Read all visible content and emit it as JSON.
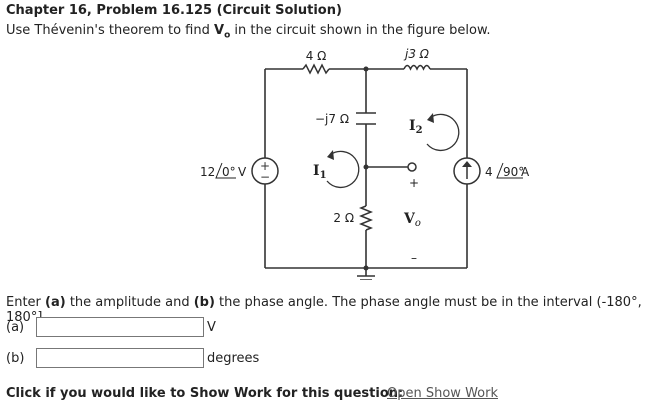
{
  "header": {
    "title": "Chapter 16, Problem 16.125 (Circuit Solution)",
    "intro_prefix": "Use Thévenin's theorem to find ",
    "intro_var": "V",
    "intro_var_sub": "o",
    "intro_suffix": " in the circuit shown in the figure below."
  },
  "circuit": {
    "r1_label": "4 Ω",
    "l1_label": "j3 Ω",
    "c1_label": "−j7 Ω",
    "r2_label": "2 Ω",
    "vs_mag": "12",
    "vs_ang": "0°",
    "vs_unit": " V",
    "is_mag": "4",
    "is_ang": "90°",
    "is_unit": " A",
    "i1_label": "I",
    "i1_sub": "1",
    "i2_label": "I",
    "i2_sub": "2",
    "vo_label": "V",
    "vo_sub": "o",
    "plus": "+",
    "minus": "–",
    "src_plus": "+",
    "src_minus": "−"
  },
  "question": {
    "prefix": "Enter ",
    "a_bold": "(a)",
    "mid": " the amplitude and ",
    "b_bold": "(b)",
    "suffix": " the phase angle. The phase angle must be in the interval (-180°, 180°]."
  },
  "answers": [
    {
      "label": "(a)",
      "value": "",
      "unit": "V"
    },
    {
      "label": "(b)",
      "value": "",
      "unit": "degrees"
    }
  ],
  "footer": {
    "prompt": "Click if you would like to Show Work for this question:",
    "link": "Open Show Work"
  }
}
